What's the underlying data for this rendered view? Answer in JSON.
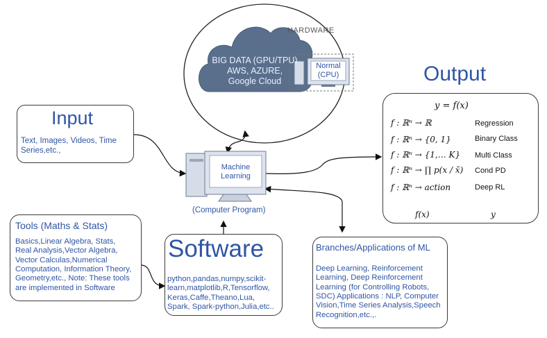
{
  "hardware": {
    "label": "HARDWARE",
    "cloud_lines": [
      "BIG DATA (GPU/TPU)",
      "AWS, AZURE,",
      "Google Cloud"
    ],
    "normal_lines": [
      "Normal",
      "(CPU)"
    ]
  },
  "input": {
    "title": "Input",
    "body": "Text, Images, Videos, Time Series,etc.,"
  },
  "machine": {
    "label_lines": [
      "Machine",
      "Learning"
    ],
    "caption": "(Computer Program)"
  },
  "output": {
    "title": "Output",
    "formula": "y = f(x)",
    "rows": [
      {
        "lhs": "f : ℝⁿ → ℝ",
        "label": "Regression"
      },
      {
        "lhs": "f : ℝⁿ → {0, 1}",
        "label": "Binary Class"
      },
      {
        "lhs": "f : ℝⁿ → {1,… K}",
        "label": "Multi Class"
      },
      {
        "lhs": "f : ℝⁿ → ∏ p(x / x̄)",
        "label": "Cond PD"
      },
      {
        "lhs": "f : ℝⁿ → action",
        "label": "Deep RL"
      }
    ],
    "brace_left": "f(x)",
    "brace_right": "y"
  },
  "tools": {
    "title": "Tools (Maths & Stats)",
    "lines": [
      "Basics,Linear Algebra, Stats,",
      "Real Analysis,Vector Algebra,",
      "Vector Calculas,Numerical",
      "Computation, Information Theory,",
      "Geometry,etc., Note: These tools",
      "are implemented in Software"
    ]
  },
  "software": {
    "title": "Software",
    "lines": [
      "python,pandas,numpy,scikit-",
      "learn,matplotlib,R,Tensorflow,",
      "Keras,Caffe,Theano,Lua,",
      "Spark, Spark-python,Julia,etc.."
    ]
  },
  "branches": {
    "title": "Branches/Applications of ML",
    "lines": [
      "Deep Learning, Reinforcement",
      "Learning, Deep Reinforcement",
      "Learning (for Controlling Robots,",
      "SDC) Applications : NLP, Computer",
      "Vision,Time Series Analysis,Speech",
      "Recognition,etc.,."
    ]
  },
  "colors": {
    "accent": "#2f55a4",
    "cloud_fill": "#5a6f8c",
    "cloud_text": "#e9f0ff"
  }
}
